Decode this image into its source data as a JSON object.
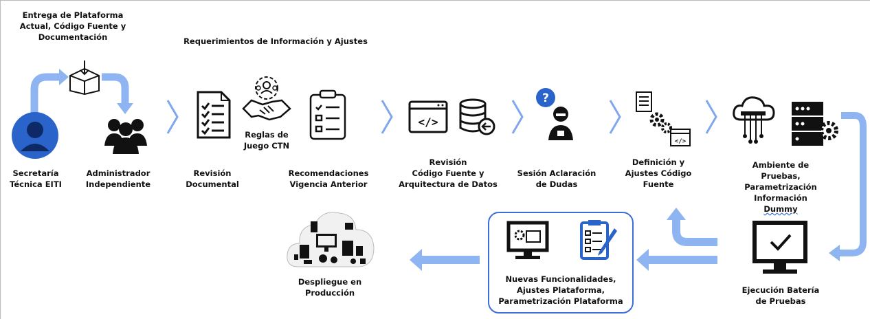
{
  "labels": {
    "entrega": "Entrega de Plataforma\nActual, Código Fuente y\nDocumentación",
    "requerimientos": "Requerimientos de Información y Ajustes",
    "secretaria": "Secretaría\nTécnica EITI",
    "administrador": "Administrador\nIndependiente",
    "revision_documental": "Revisión\nDocumental",
    "reglas": "Reglas de\nJuego CTN",
    "recomendaciones": "Recomendaciones\nVigencia Anterior",
    "revision_codigo": "Revisión\nCódigo Fuente y\nArquitectura de Datos",
    "sesion": "Sesión Aclaración\nde Dudas",
    "definicion": "Definición y\nAjustes Código\nFuente",
    "ambiente_pre": "Ambiente de Pruebas,\nParametrización\nInformación ",
    "ambiente_dummy": "Dummy",
    "ejecucion": "Ejecución Batería\nde Pruebas",
    "nuevas": "Nuevas Funcionalidades,\nAjustes Plataforma,\nParametrización Plataforma",
    "despliegue": "Despliegue en\nProducción"
  },
  "icon_glyphs": {
    "code": "</>",
    "question": "?"
  },
  "colors": {
    "arrow": "#8fb4f2",
    "chevron": "#7ea7ee",
    "highlight_border": "#3b6fd8",
    "avatar": "#2a63c9",
    "ink": "#111111"
  }
}
